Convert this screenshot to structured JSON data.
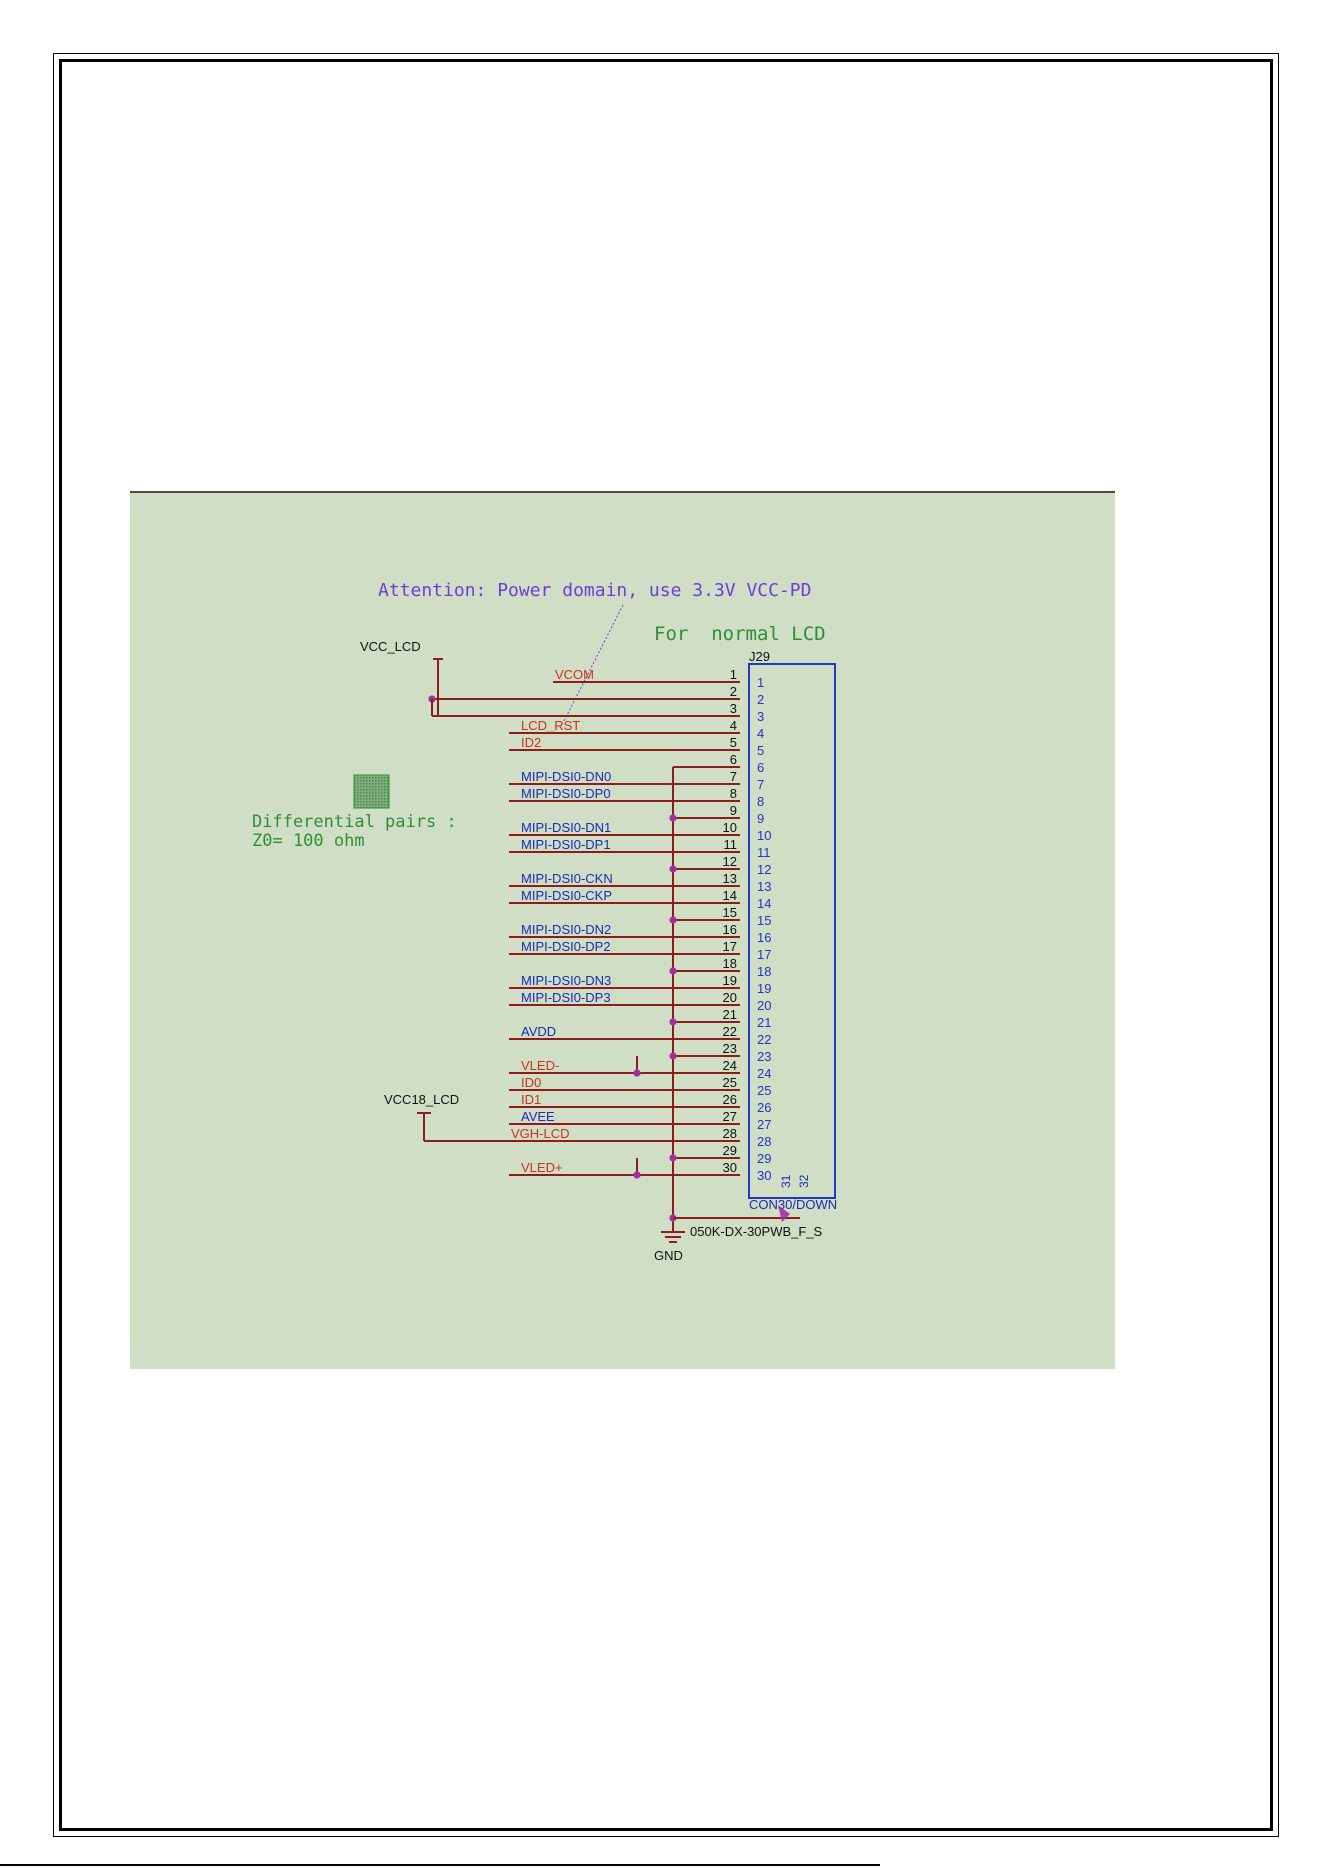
{
  "colors": {
    "background": "#cfdec5",
    "wire": "#8e1c1c",
    "junction": "#a0309e",
    "red_text": "#cf2f20",
    "blue_text": "#1a2bb5",
    "green_text": "#2f8f36",
    "purple_text": "#6d3fd8",
    "connector": "#2434c5"
  },
  "notes": {
    "attention": "Attention: Power domain, use 3.3V VCC-PD",
    "for_normal_lcd": "For  normal LCD",
    "diff_pairs_line1": "Differential pairs :",
    "diff_pairs_line2": "Z0= 100 ohm"
  },
  "power": {
    "vcc_lcd": "VCC_LCD",
    "vcc18_lcd": "VCC18_LCD",
    "gnd": "GND"
  },
  "connector": {
    "refdes": "J29",
    "name": "CON30/DOWN",
    "part": "050K-DX-30PWB_F_S",
    "extra_pins": [
      "31",
      "32"
    ],
    "pins": [
      {
        "n": "1",
        "net": "VCOM",
        "color": "red"
      },
      {
        "n": "2",
        "net": "",
        "color": "none"
      },
      {
        "n": "3",
        "net": "",
        "color": "none"
      },
      {
        "n": "4",
        "net": "LCD_RST",
        "color": "red"
      },
      {
        "n": "5",
        "net": "ID2",
        "color": "red"
      },
      {
        "n": "6",
        "net": "",
        "color": "none"
      },
      {
        "n": "7",
        "net": "MIPI-DSI0-DN0",
        "color": "blue"
      },
      {
        "n": "8",
        "net": "MIPI-DSI0-DP0",
        "color": "blue"
      },
      {
        "n": "9",
        "net": "",
        "color": "none"
      },
      {
        "n": "10",
        "net": "MIPI-DSI0-DN1",
        "color": "blue"
      },
      {
        "n": "11",
        "net": "MIPI-DSI0-DP1",
        "color": "blue"
      },
      {
        "n": "12",
        "net": "",
        "color": "none"
      },
      {
        "n": "13",
        "net": "MIPI-DSI0-CKN",
        "color": "blue"
      },
      {
        "n": "14",
        "net": "MIPI-DSI0-CKP",
        "color": "blue"
      },
      {
        "n": "15",
        "net": "",
        "color": "none"
      },
      {
        "n": "16",
        "net": "MIPI-DSI0-DN2",
        "color": "blue"
      },
      {
        "n": "17",
        "net": "MIPI-DSI0-DP2",
        "color": "blue"
      },
      {
        "n": "18",
        "net": "",
        "color": "none"
      },
      {
        "n": "19",
        "net": "MIPI-DSI0-DN3",
        "color": "blue"
      },
      {
        "n": "20",
        "net": "MIPI-DSI0-DP3",
        "color": "blue"
      },
      {
        "n": "21",
        "net": "",
        "color": "none"
      },
      {
        "n": "22",
        "net": "AVDD",
        "color": "blue"
      },
      {
        "n": "23",
        "net": "",
        "color": "none"
      },
      {
        "n": "24",
        "net": "VLED-",
        "color": "red"
      },
      {
        "n": "25",
        "net": "ID0",
        "color": "red"
      },
      {
        "n": "26",
        "net": "ID1",
        "color": "red"
      },
      {
        "n": "27",
        "net": "AVEE",
        "color": "blue"
      },
      {
        "n": "28",
        "net": "VGH-LCD",
        "color": "red"
      },
      {
        "n": "29",
        "net": "",
        "color": "none"
      },
      {
        "n": "30",
        "net": "VLED+",
        "color": "red"
      }
    ]
  }
}
